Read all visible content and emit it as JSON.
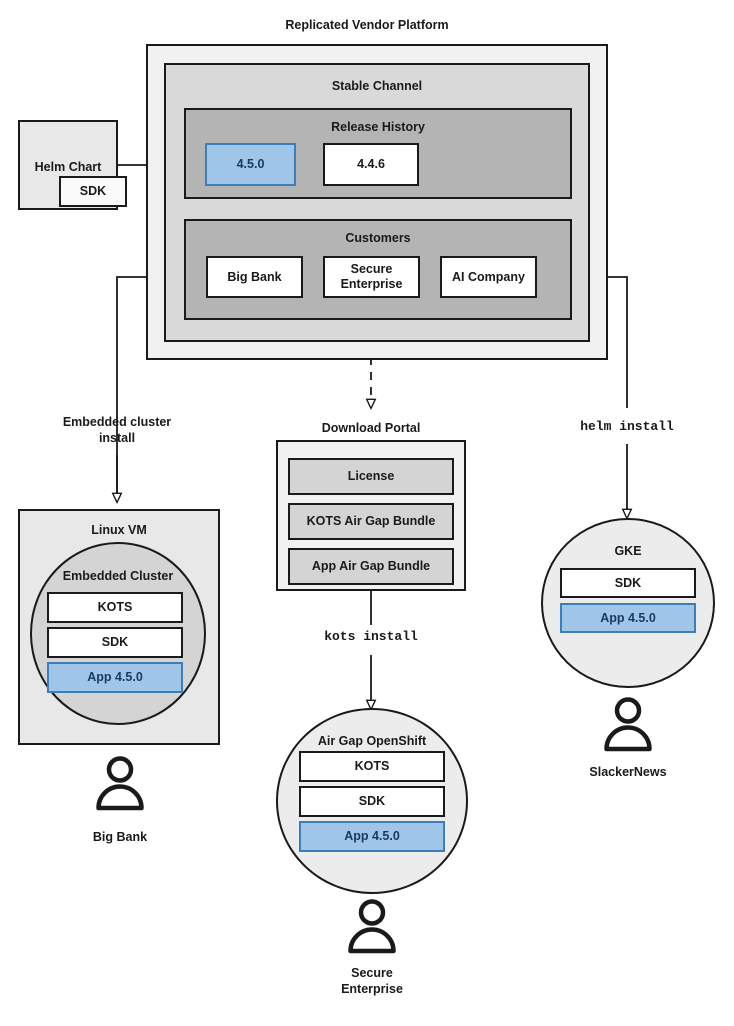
{
  "diagram": {
    "title": "Replicated Vendor Platform",
    "platform": {
      "stable_channel": {
        "title": "Stable Channel",
        "release_history": {
          "title": "Release History",
          "releases": [
            {
              "label": "4.5.0",
              "highlighted": true
            },
            {
              "label": "4.4.6",
              "highlighted": false
            }
          ]
        },
        "customers": {
          "title": "Customers",
          "items": [
            {
              "label": "Big Bank"
            },
            {
              "label": "Secure\nEnterprise"
            },
            {
              "label": "AI Company"
            }
          ]
        }
      }
    },
    "helm_chart": {
      "title": "Helm Chart",
      "sdk_label": "SDK"
    },
    "download_portal": {
      "title": "Download Portal",
      "artifacts": [
        {
          "label": "License"
        },
        {
          "label": "KOTS Air Gap Bundle"
        },
        {
          "label": "App Air Gap Bundle"
        }
      ]
    },
    "edges": [
      {
        "name": "embedded-cluster-install",
        "label": "Embedded cluster\ninstall",
        "style": "sans"
      },
      {
        "name": "kots-install",
        "label": "kots install",
        "style": "mono"
      },
      {
        "name": "helm-install",
        "label": "helm install",
        "style": "mono"
      }
    ],
    "targets": [
      {
        "name": "linux-vm",
        "title": "Linux VM",
        "inner_title": "Embedded Cluster",
        "components": [
          {
            "label": "KOTS",
            "highlighted": false
          },
          {
            "label": "SDK",
            "highlighted": false
          },
          {
            "label": "App 4.5.0",
            "highlighted": true
          }
        ],
        "persona": "Big Bank"
      },
      {
        "name": "air-gap-openshift",
        "title": "Air Gap OpenShift",
        "components": [
          {
            "label": "KOTS",
            "highlighted": false
          },
          {
            "label": "SDK",
            "highlighted": false
          },
          {
            "label": "App 4.5.0",
            "highlighted": true
          }
        ],
        "persona": "Secure\nEnterprise"
      },
      {
        "name": "gke",
        "title": "GKE",
        "components": [
          {
            "label": "SDK",
            "highlighted": false
          },
          {
            "label": "App 4.5.0",
            "highlighted": true
          }
        ],
        "persona": "SlackerNews"
      }
    ],
    "colors": {
      "stroke": "#1a1a1a",
      "accent_fill": "#9fc5e8",
      "accent_stroke": "#3d7eb8",
      "accent_text": "#173b5e",
      "frame_outer": "#f1f1f1",
      "frame_mid": "#d9d9d9",
      "frame_inner": "#b4b4b4"
    }
  }
}
